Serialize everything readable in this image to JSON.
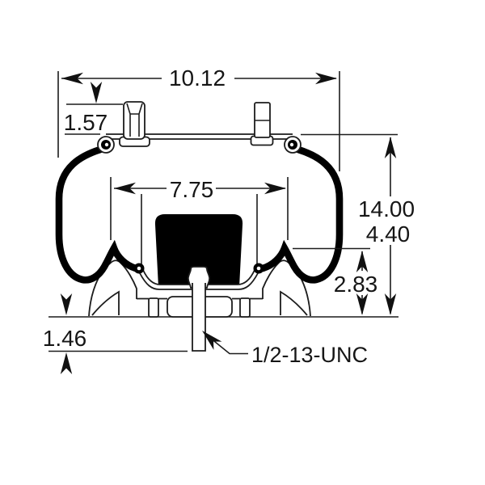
{
  "drawing": {
    "type": "technical-drawing",
    "subject": "air-spring-cross-section",
    "colors": {
      "ink": "#161616",
      "part_fill": "#000000",
      "background": "#ffffff"
    },
    "dimensions": {
      "overall_width": "10.12",
      "top_stud_height": "1.57",
      "piston_width": "7.75",
      "overall_height": "14.00",
      "secondary_height": "4.40",
      "base_section_height": "2.83",
      "bottom_stud_length": "1.46",
      "thread_callout": "1/2-13-UNC"
    }
  }
}
